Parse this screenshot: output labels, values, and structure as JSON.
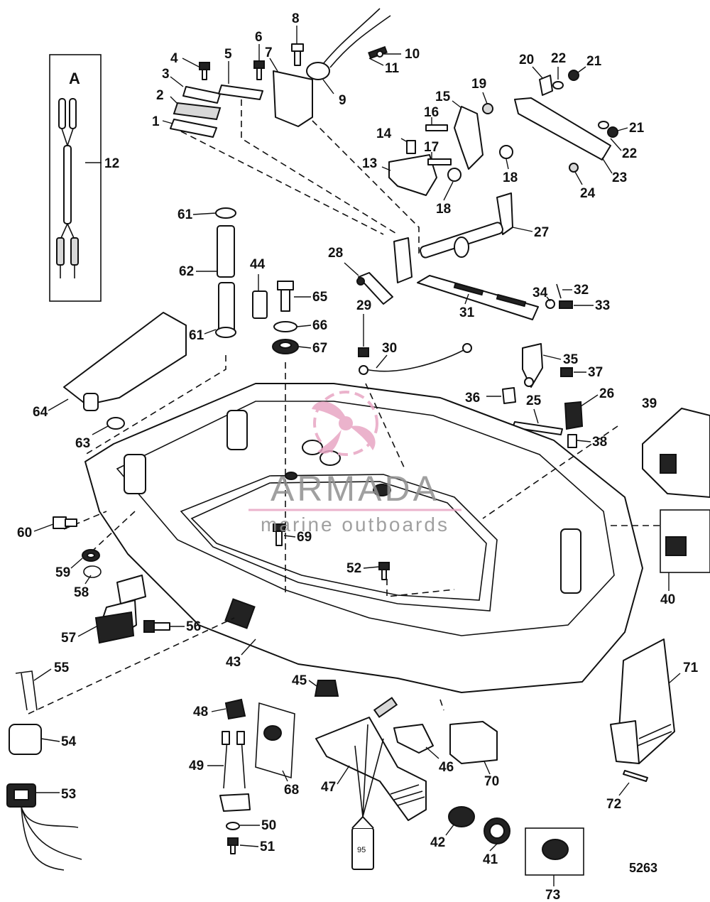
{
  "diagram": {
    "drawing_number": "5263",
    "inset_label": "A",
    "tube_label": "95"
  },
  "watermark": {
    "brand": "ARMADA",
    "tagline": "marine outboards",
    "color": "#e8a6c4"
  },
  "callouts": [
    "1",
    "2",
    "3",
    "4",
    "5",
    "6",
    "7",
    "8",
    "9",
    "10",
    "11",
    "12",
    "13",
    "14",
    "15",
    "16",
    "17",
    "18",
    "18",
    "19",
    "20",
    "21",
    "21",
    "22",
    "22",
    "23",
    "24",
    "25",
    "26",
    "27",
    "28",
    "29",
    "30",
    "31",
    "32",
    "33",
    "34",
    "35",
    "36",
    "37",
    "38",
    "39",
    "40",
    "41",
    "42",
    "43",
    "44",
    "45",
    "46",
    "47",
    "48",
    "49",
    "50",
    "51",
    "52",
    "53",
    "54",
    "55",
    "56",
    "57",
    "58",
    "59",
    "60",
    "61",
    "61",
    "62",
    "63",
    "64",
    "65",
    "66",
    "67",
    "68",
    "69",
    "70",
    "71",
    "72",
    "73"
  ]
}
